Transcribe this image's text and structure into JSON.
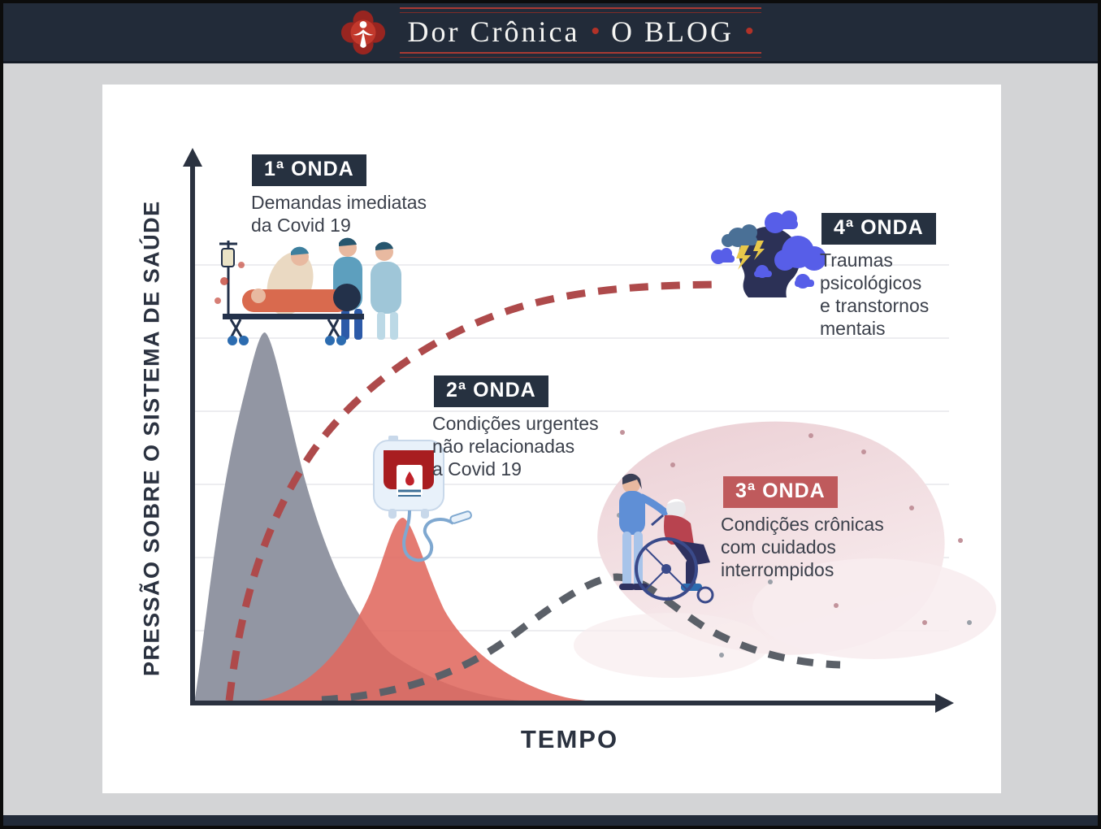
{
  "header": {
    "brand": "Dor Crônica",
    "separator_dot": "•",
    "blog": "O BLOG",
    "trailing_dot": "•",
    "accent_color": "#a93a33",
    "background_color": "#222b39"
  },
  "chart": {
    "y_axis_label": "PRESSÃO SOBRE O SISTEMA DE SAÚDE",
    "x_axis_label": "TEMPO",
    "waves": [
      {
        "badge": "1ª ONDA",
        "description": "Demandas imediatas\nda Covid 19",
        "style": "filled-area",
        "color": "#8e93a0",
        "icon": "stretcher-patient-icon"
      },
      {
        "badge": "2ª ONDA",
        "description": "Condições urgentes\nnão relacionadas\na Covid 19",
        "style": "filled-area",
        "color": "#e0695f",
        "icon": "blood-bag-icon"
      },
      {
        "badge": "3ª ONDA",
        "description": "Condições crônicas\ncom cuidados\ninterrompidos",
        "style": "dashed-line",
        "color": "#5b6068",
        "badge_color": "#bf5a5c",
        "icon": "wheelchair-patient-icon"
      },
      {
        "badge": "4ª ONDA",
        "description": "Traumas\npsicológicos\ne transtornos\nmentais",
        "style": "dashed-line",
        "color": "#ae4a4b",
        "icon": "mind-storm-icon"
      }
    ]
  },
  "chart_data": {
    "type": "area",
    "title": "",
    "xlabel": "TEMPO",
    "ylabel": "PRESSÃO SOBRE O SISTEMA DE SAÚDE",
    "axes_numeric": false,
    "grid": "faint horizontal gridlines",
    "x_unit": "time (conceptual, 0–100)",
    "y_unit": "pressure on health system (conceptual, 0–100)",
    "series": [
      {
        "name": "1ª ONDA – Demandas imediatas da Covid 19",
        "type": "filled-area",
        "color": "#8e93a0",
        "x": [
          0,
          3,
          6,
          9.5,
          13,
          18,
          25,
          33,
          42,
          52
        ],
        "y": [
          0,
          20,
          50,
          68,
          52,
          32,
          16,
          7,
          2,
          0
        ]
      },
      {
        "name": "2ª ONDA – Condições urgentes não relacionadas a Covid 19",
        "type": "filled-area",
        "color": "#e0695f",
        "x": [
          7,
          13,
          19,
          24,
          27.7,
          32,
          38,
          46,
          53,
          59
        ],
        "y": [
          0,
          3,
          10,
          24,
          34,
          26,
          14,
          6,
          2,
          0
        ]
      },
      {
        "name": "3ª ONDA – Condições crônicas com cuidados interrompidos",
        "type": "dashed-line",
        "color": "#5b6068",
        "x": [
          17,
          25,
          34,
          42,
          50,
          56,
          63,
          71,
          78,
          85
        ],
        "y": [
          1,
          1,
          3,
          9,
          17,
          23,
          19,
          12,
          8,
          7
        ]
      },
      {
        "name": "4ª ONDA – Traumas psicológicos e transtornos mentais",
        "type": "dashed-line",
        "color": "#ae4a4b",
        "x": [
          5,
          10,
          15,
          22,
          30,
          40,
          50,
          60,
          69
        ],
        "y": [
          0,
          15,
          30,
          44,
          55,
          65,
          71,
          75,
          77
        ]
      }
    ]
  }
}
